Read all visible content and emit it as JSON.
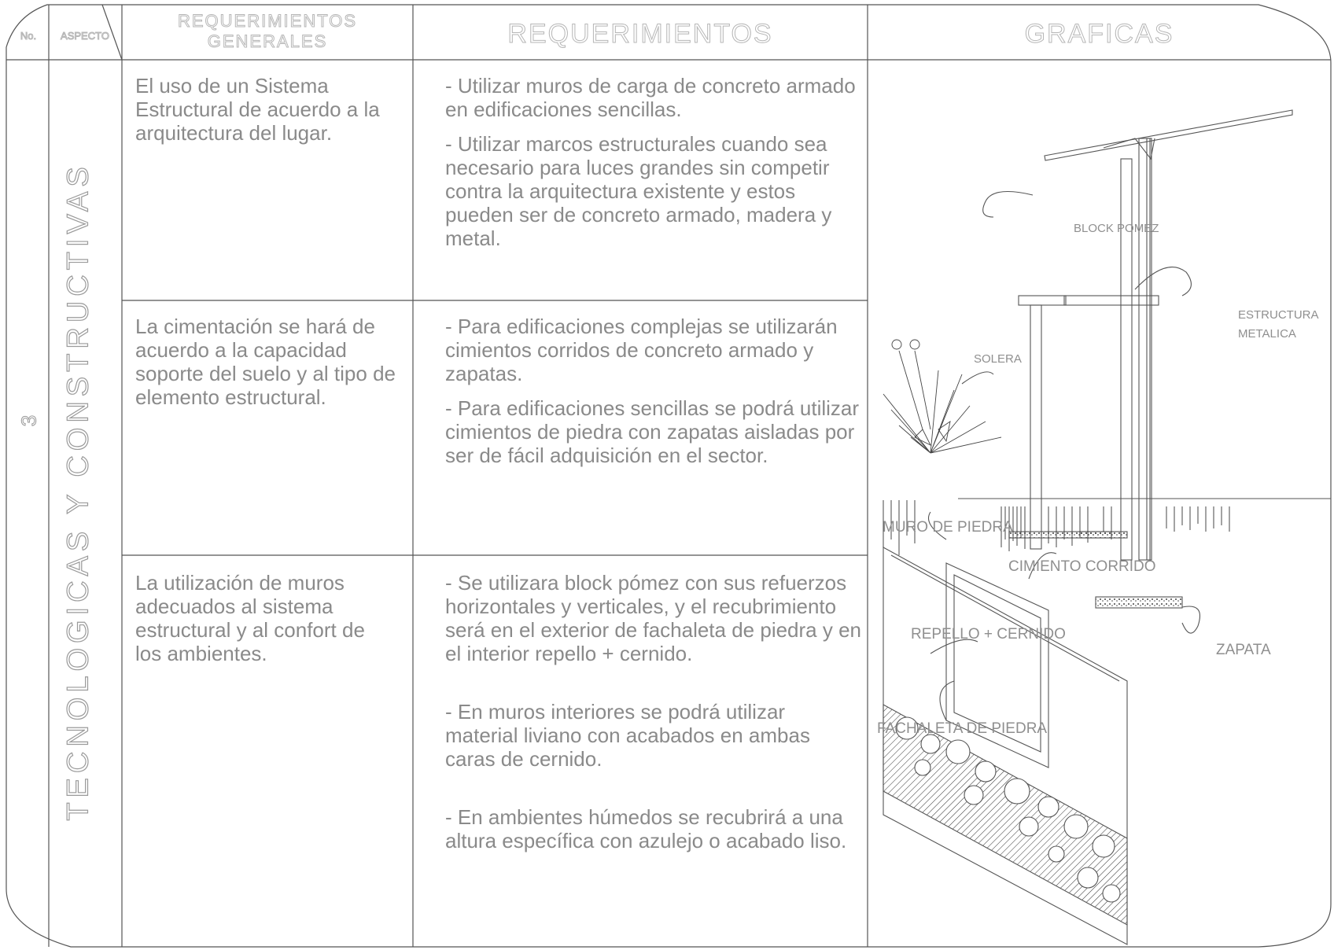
{
  "headers": {
    "no": "No.",
    "aspecto": "ASPECTO",
    "req_generales_1": "REQUERIMIENTOS",
    "req_generales_2": "GENERALES",
    "requerimientos": "REQUERIMIENTOS",
    "graficas": "GRAFICAS"
  },
  "row_number": "3",
  "aspect": "TECNOLOGICAS Y CONSTRUCTIVAS",
  "rows": [
    {
      "general": "El uso de un Sistema Estructural de acuerdo a la arquitectura del lugar.",
      "requirements": [
        "- Utilizar muros de carga de concreto armado en edificaciones sencillas.",
        "- Utilizar marcos estructurales cuando sea necesario para luces grandes sin competir contra la arquitectura existente y estos pueden ser de concreto armado, madera y metal."
      ]
    },
    {
      "general": "La cimentación se hará de acuerdo a la capacidad soporte del suelo y al tipo de elemento estructural.",
      "requirements": [
        "- Para edificaciones complejas se utilizarán cimientos corridos de concreto armado y zapatas.",
        "- Para edificaciones sencillas se podrá utilizar cimientos de piedra con zapatas aisladas por ser de fácil adquisición en el sector."
      ]
    },
    {
      "general": "La utilización de muros adecuados al sistema estructural y al confort de los ambientes.",
      "requirements": [
        "- Se utilizara block pómez con sus refuerzos horizontales y verticales, y el recubrimiento será en el exterior de fachaleta de piedra y en el interior repello + cernido.",
        "- En muros interiores se podrá utilizar material liviano con acabados en ambas caras de cernido.",
        "- En ambientes húmedos se recubrirá a una altura específica con azulejo o acabado liso."
      ]
    }
  ],
  "drawing_labels": {
    "block_pomez": "BLOCK POMEZ",
    "estructura_1": "ESTRUCTURA",
    "estructura_2": "METALICA",
    "solera": "SOLERA",
    "muro_piedra": "MURO DE PIEDRA",
    "cimiento_corrido": "CIMIENTO CORRIDO",
    "repello": "REPELLO + CERNIDO",
    "zapata": "ZAPATA",
    "fachaleta": "FACHALETA DE PIEDRA"
  }
}
